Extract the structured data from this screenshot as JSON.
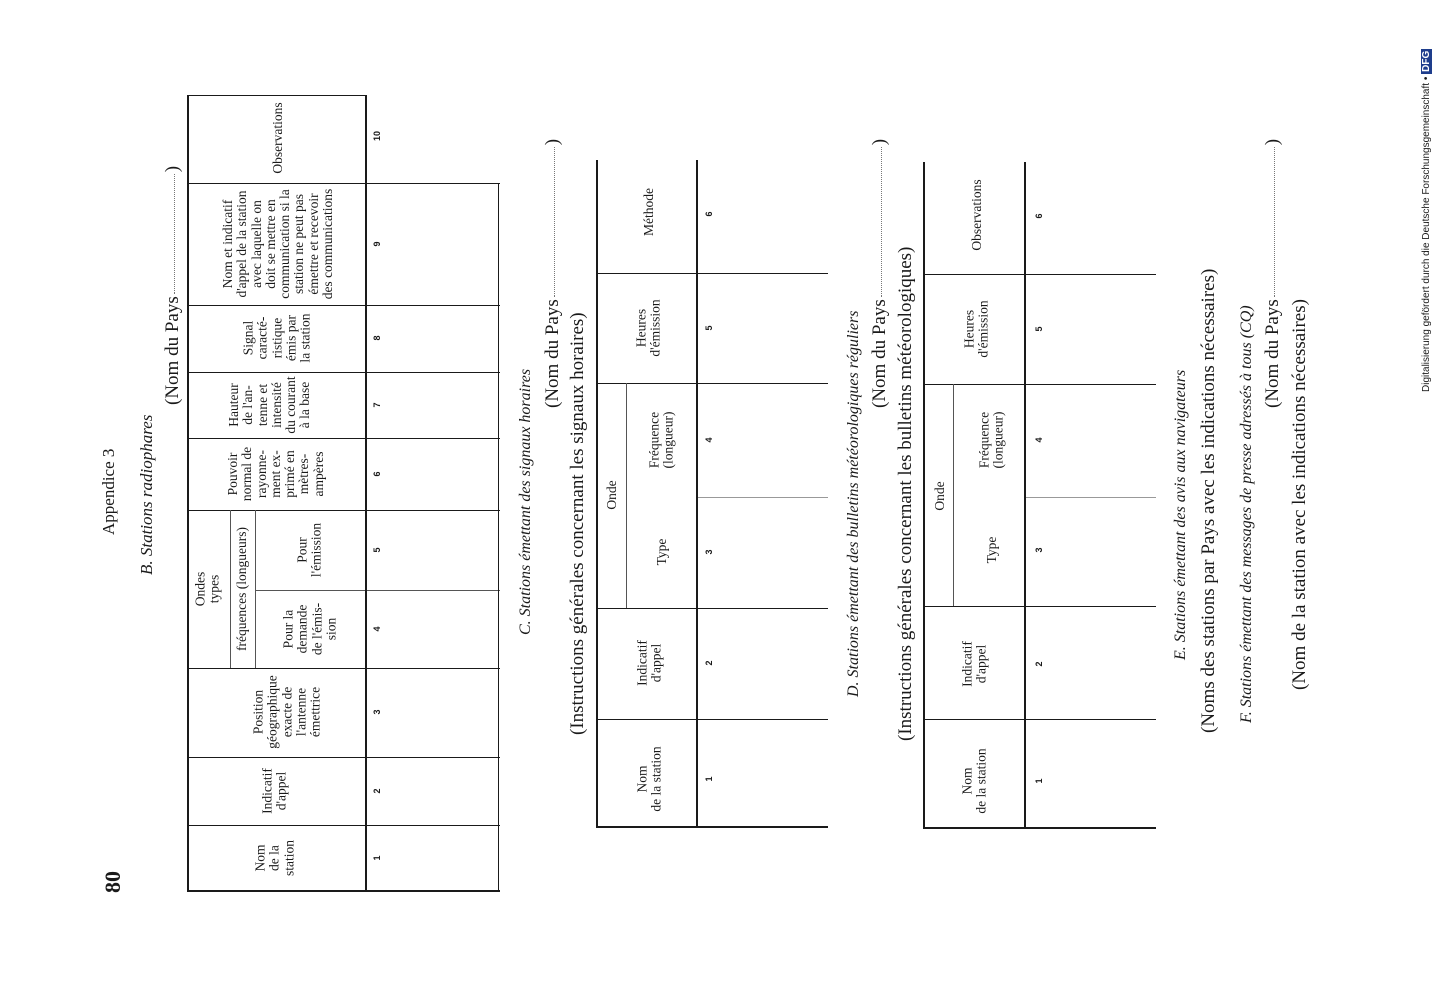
{
  "page_number": "80",
  "appendix_title": "Appendice 3",
  "watermark": "Digitalisierung gefördert durch die Deutsche Forschungsgemeinschaft •",
  "watermark_logo": "DFG",
  "section_b": {
    "title": "B. Stations radiophares",
    "country_open": "(Nom du Pays",
    "country_close": ")",
    "headers": {
      "col1": [
        "Nom",
        "de la",
        "station"
      ],
      "col2": [
        "Indicatif",
        "d'appel"
      ],
      "col3": [
        "Position",
        "géographique",
        "exacte de",
        "l'antenne",
        "émettrice"
      ],
      "ondes": [
        "Ondes",
        "types"
      ],
      "freq": "fréquences (longueurs)",
      "col4": [
        "Pour la",
        "demande",
        "de l'émis-",
        "sion"
      ],
      "col5": [
        "Pour",
        "l'émission"
      ],
      "col6": [
        "Pouvoir",
        "normal de",
        "rayonne-",
        "ment ex-",
        "primé en",
        "mètres-",
        "ampères"
      ],
      "col7": [
        "Hauteur",
        "de l'an-",
        "tenne et",
        "intensité",
        "du courant",
        "à la base"
      ],
      "col8": [
        "Signal",
        "caracté-",
        "ristique",
        "émis par",
        "la station"
      ],
      "col9": [
        "Nom et indicatif",
        "d'appel de la station",
        "avec laquelle on",
        "doit se mettre en",
        "communication si la",
        "station ne peut pas",
        "émettre et recevoir",
        "des communications"
      ],
      "col10": [
        "Observations"
      ]
    },
    "col_numbers": [
      "1",
      "2",
      "3",
      "4",
      "5",
      "6",
      "7",
      "8",
      "9",
      "10"
    ]
  },
  "section_c": {
    "title": "C. Stations émettant des signaux horaires",
    "country_open": "(Nom du Pays",
    "country_close": ")",
    "instructions": "(Instructions générales concernant les signaux horaires)",
    "headers": {
      "col1": [
        "Nom",
        "de la station"
      ],
      "col2": [
        "Indicatif",
        "d'appel"
      ],
      "onde": "Onde",
      "col3": [
        "Type"
      ],
      "col4": [
        "Fréquence",
        "(longueur)"
      ],
      "col5": [
        "Heures",
        "d'émission"
      ],
      "col6": [
        "Méthode"
      ]
    },
    "col_numbers": [
      "1",
      "2",
      "3",
      "4",
      "5",
      "6"
    ]
  },
  "section_d": {
    "title": "D. Stations émettant des bulletins météorologiques réguliers",
    "country_open": "(Nom du Pays",
    "country_close": ")",
    "instructions": "(Instructions générales concernant les bulletins météorologiques)",
    "headers": {
      "col1": [
        "Nom",
        "de la station"
      ],
      "col2": [
        "Indicatif",
        "d'appel"
      ],
      "onde": "Onde",
      "col3": [
        "Type"
      ],
      "col4": [
        "Fréquence",
        "(longueur)"
      ],
      "col5": [
        "Heures",
        "d'émission"
      ],
      "col6": [
        "Observations"
      ]
    },
    "col_numbers": [
      "1",
      "2",
      "3",
      "4",
      "5",
      "6"
    ]
  },
  "section_e": {
    "title": "E. Stations émettant des avis aux navigateurs",
    "note": "(Noms des stations par Pays avec les indications nécessaires)"
  },
  "section_f": {
    "title": "F. Stations émettant des messages de presse adressés à tous (CQ)",
    "country_open": "(Nom du Pays",
    "country_close": ")",
    "note": "(Nom de la station avec les indications nécessaires)"
  }
}
